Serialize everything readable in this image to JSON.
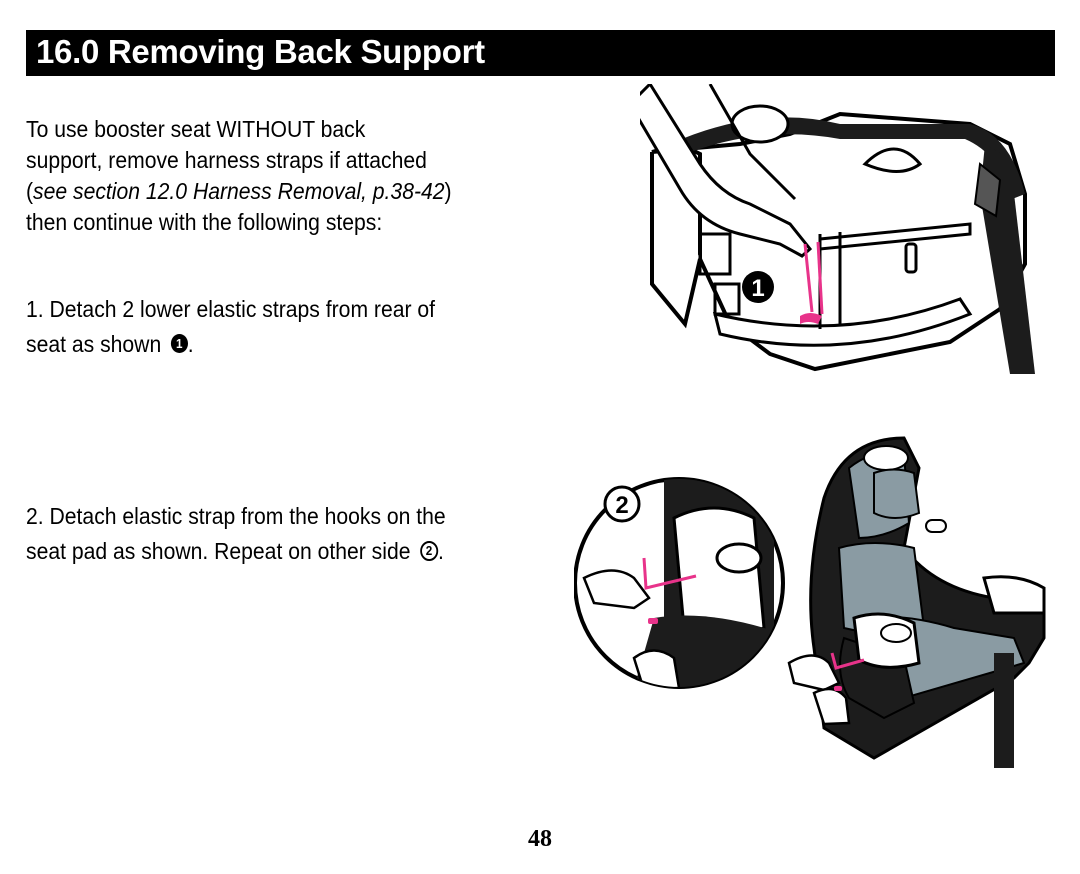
{
  "header": {
    "title": "16.0 Removing Back Support"
  },
  "intro": {
    "line1": "To use booster seat WITHOUT back",
    "line2": "support, remove harness straps if attached",
    "line3_open": "(",
    "line3_ref": "see section 12.0 Harness Removal, p.38-42",
    "line3_close": ")",
    "line4": "then continue with the following steps:"
  },
  "steps": [
    {
      "line1": "1. Detach 2 lower elastic straps from rear of",
      "line2": "seat as shown",
      "marker": "1",
      "end": "."
    },
    {
      "line1": "2. Detach elastic strap from the hooks on the",
      "line2": "seat pad as shown. Repeat on other side",
      "marker": "2",
      "end": "."
    }
  ],
  "illustrations": [
    {
      "marker": "1",
      "icon": "booster-seat-rear-illustration"
    },
    {
      "marker": "2",
      "icon": "booster-seat-front-illustration"
    }
  ],
  "colors": {
    "highlight": "#e8338a",
    "title_bg": "#000000",
    "seat_blue": "#8a9ba3",
    "seat_dark": "#1c1c1c"
  },
  "footer": {
    "page_number": "48"
  }
}
